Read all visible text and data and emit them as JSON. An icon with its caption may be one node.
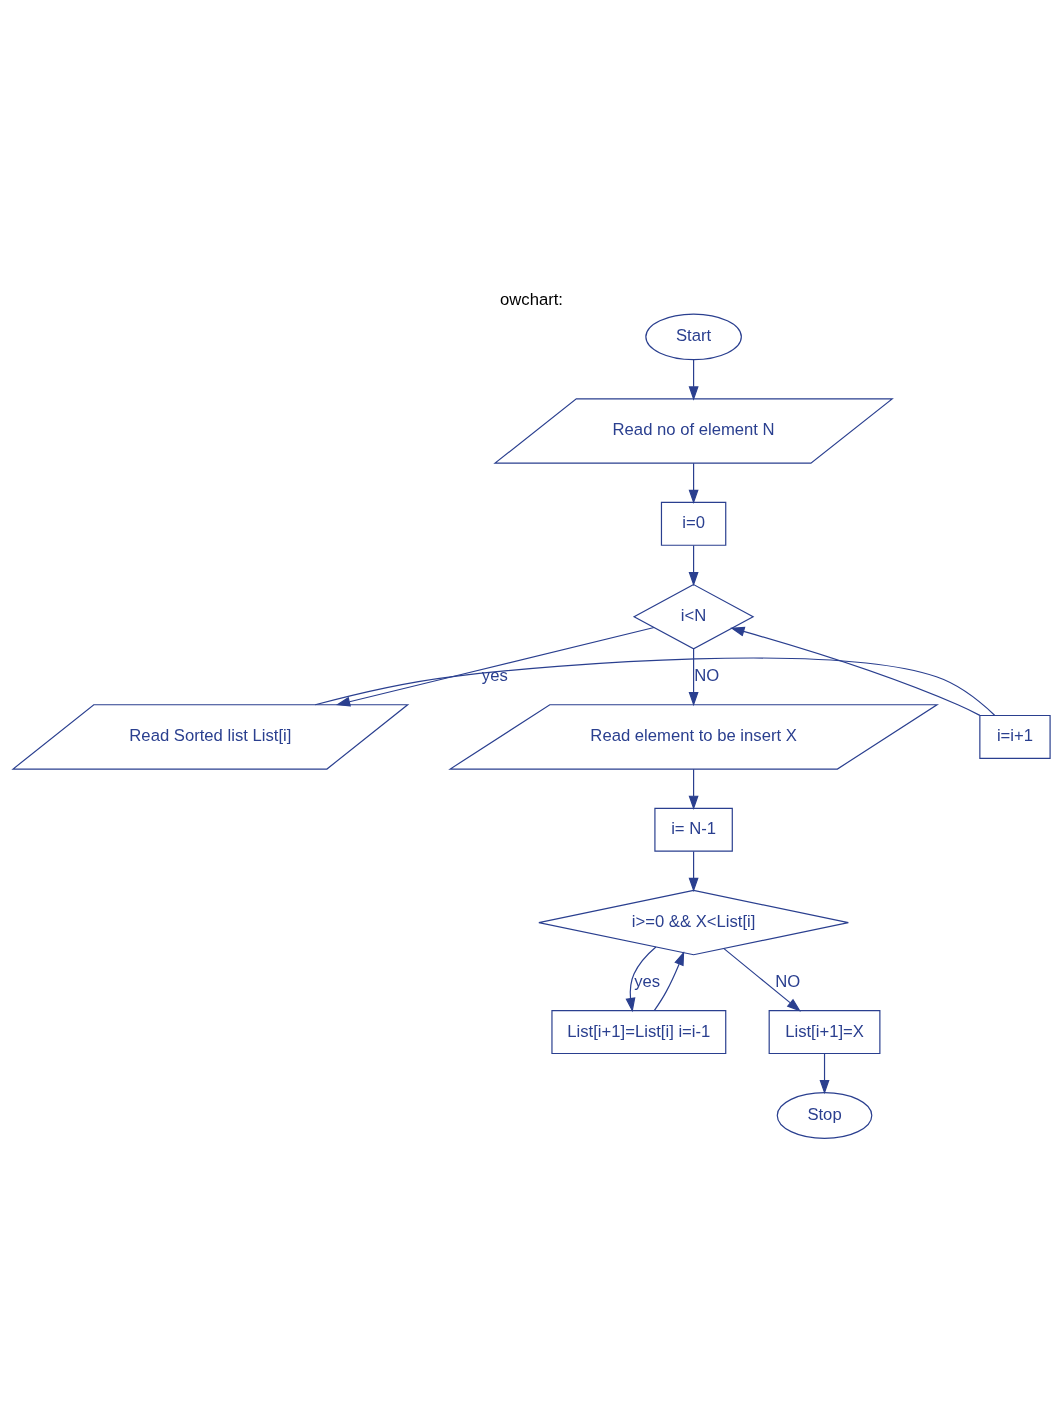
{
  "diagram": {
    "title": "owchart:",
    "nodes": [
      {
        "text": [
          "Start"
        ]
      },
      {
        "text": [
          "Read no of element N"
        ]
      },
      {
        "text": [
          "i=0"
        ]
      },
      {
        "text": [
          "i<N"
        ]
      },
      {
        "text": [
          "i=i+1"
        ]
      },
      {
        "text": [
          "Read Sorted list List[i]"
        ]
      },
      {
        "text": [
          "Read element to be insert X"
        ]
      },
      {
        "text": [
          "i= N-1"
        ]
      },
      {
        "text": [
          "i>=0 && X<List[i]"
        ]
      },
      {
        "text": [
          "List[i+1]=List[i] i=i-1"
        ]
      },
      {
        "text": [
          "List[i+1]=X"
        ]
      },
      {
        "text": [
          "Stop"
        ]
      }
    ],
    "edges": [
      {
        "from": 0,
        "to": 1,
        "arrow": "to"
      },
      {
        "from": 1,
        "to": 2,
        "arrow": "to"
      },
      {
        "from": 2,
        "to": 3,
        "arrow": "to"
      },
      {
        "from": 3,
        "to": 5,
        "arrow": "to",
        "label": "yes"
      },
      {
        "from": 5,
        "to": 4,
        "arrow": "none"
      },
      {
        "from": 4,
        "to": 3,
        "arrow": "to"
      },
      {
        "from": 3,
        "to": 6,
        "arrow": "to",
        "label": "NO"
      },
      {
        "from": 6,
        "to": 7,
        "arrow": "to"
      },
      {
        "from": 7,
        "to": 8,
        "arrow": "to"
      },
      {
        "from": 8,
        "to": 9,
        "arrow": "to",
        "label": "yes"
      },
      {
        "from": 9,
        "to": 8,
        "arrow": "to"
      },
      {
        "from": 8,
        "to": 10,
        "arrow": "to",
        "label": "NO"
      },
      {
        "from": 10,
        "to": 11,
        "arrow": "to"
      }
    ]
  }
}
